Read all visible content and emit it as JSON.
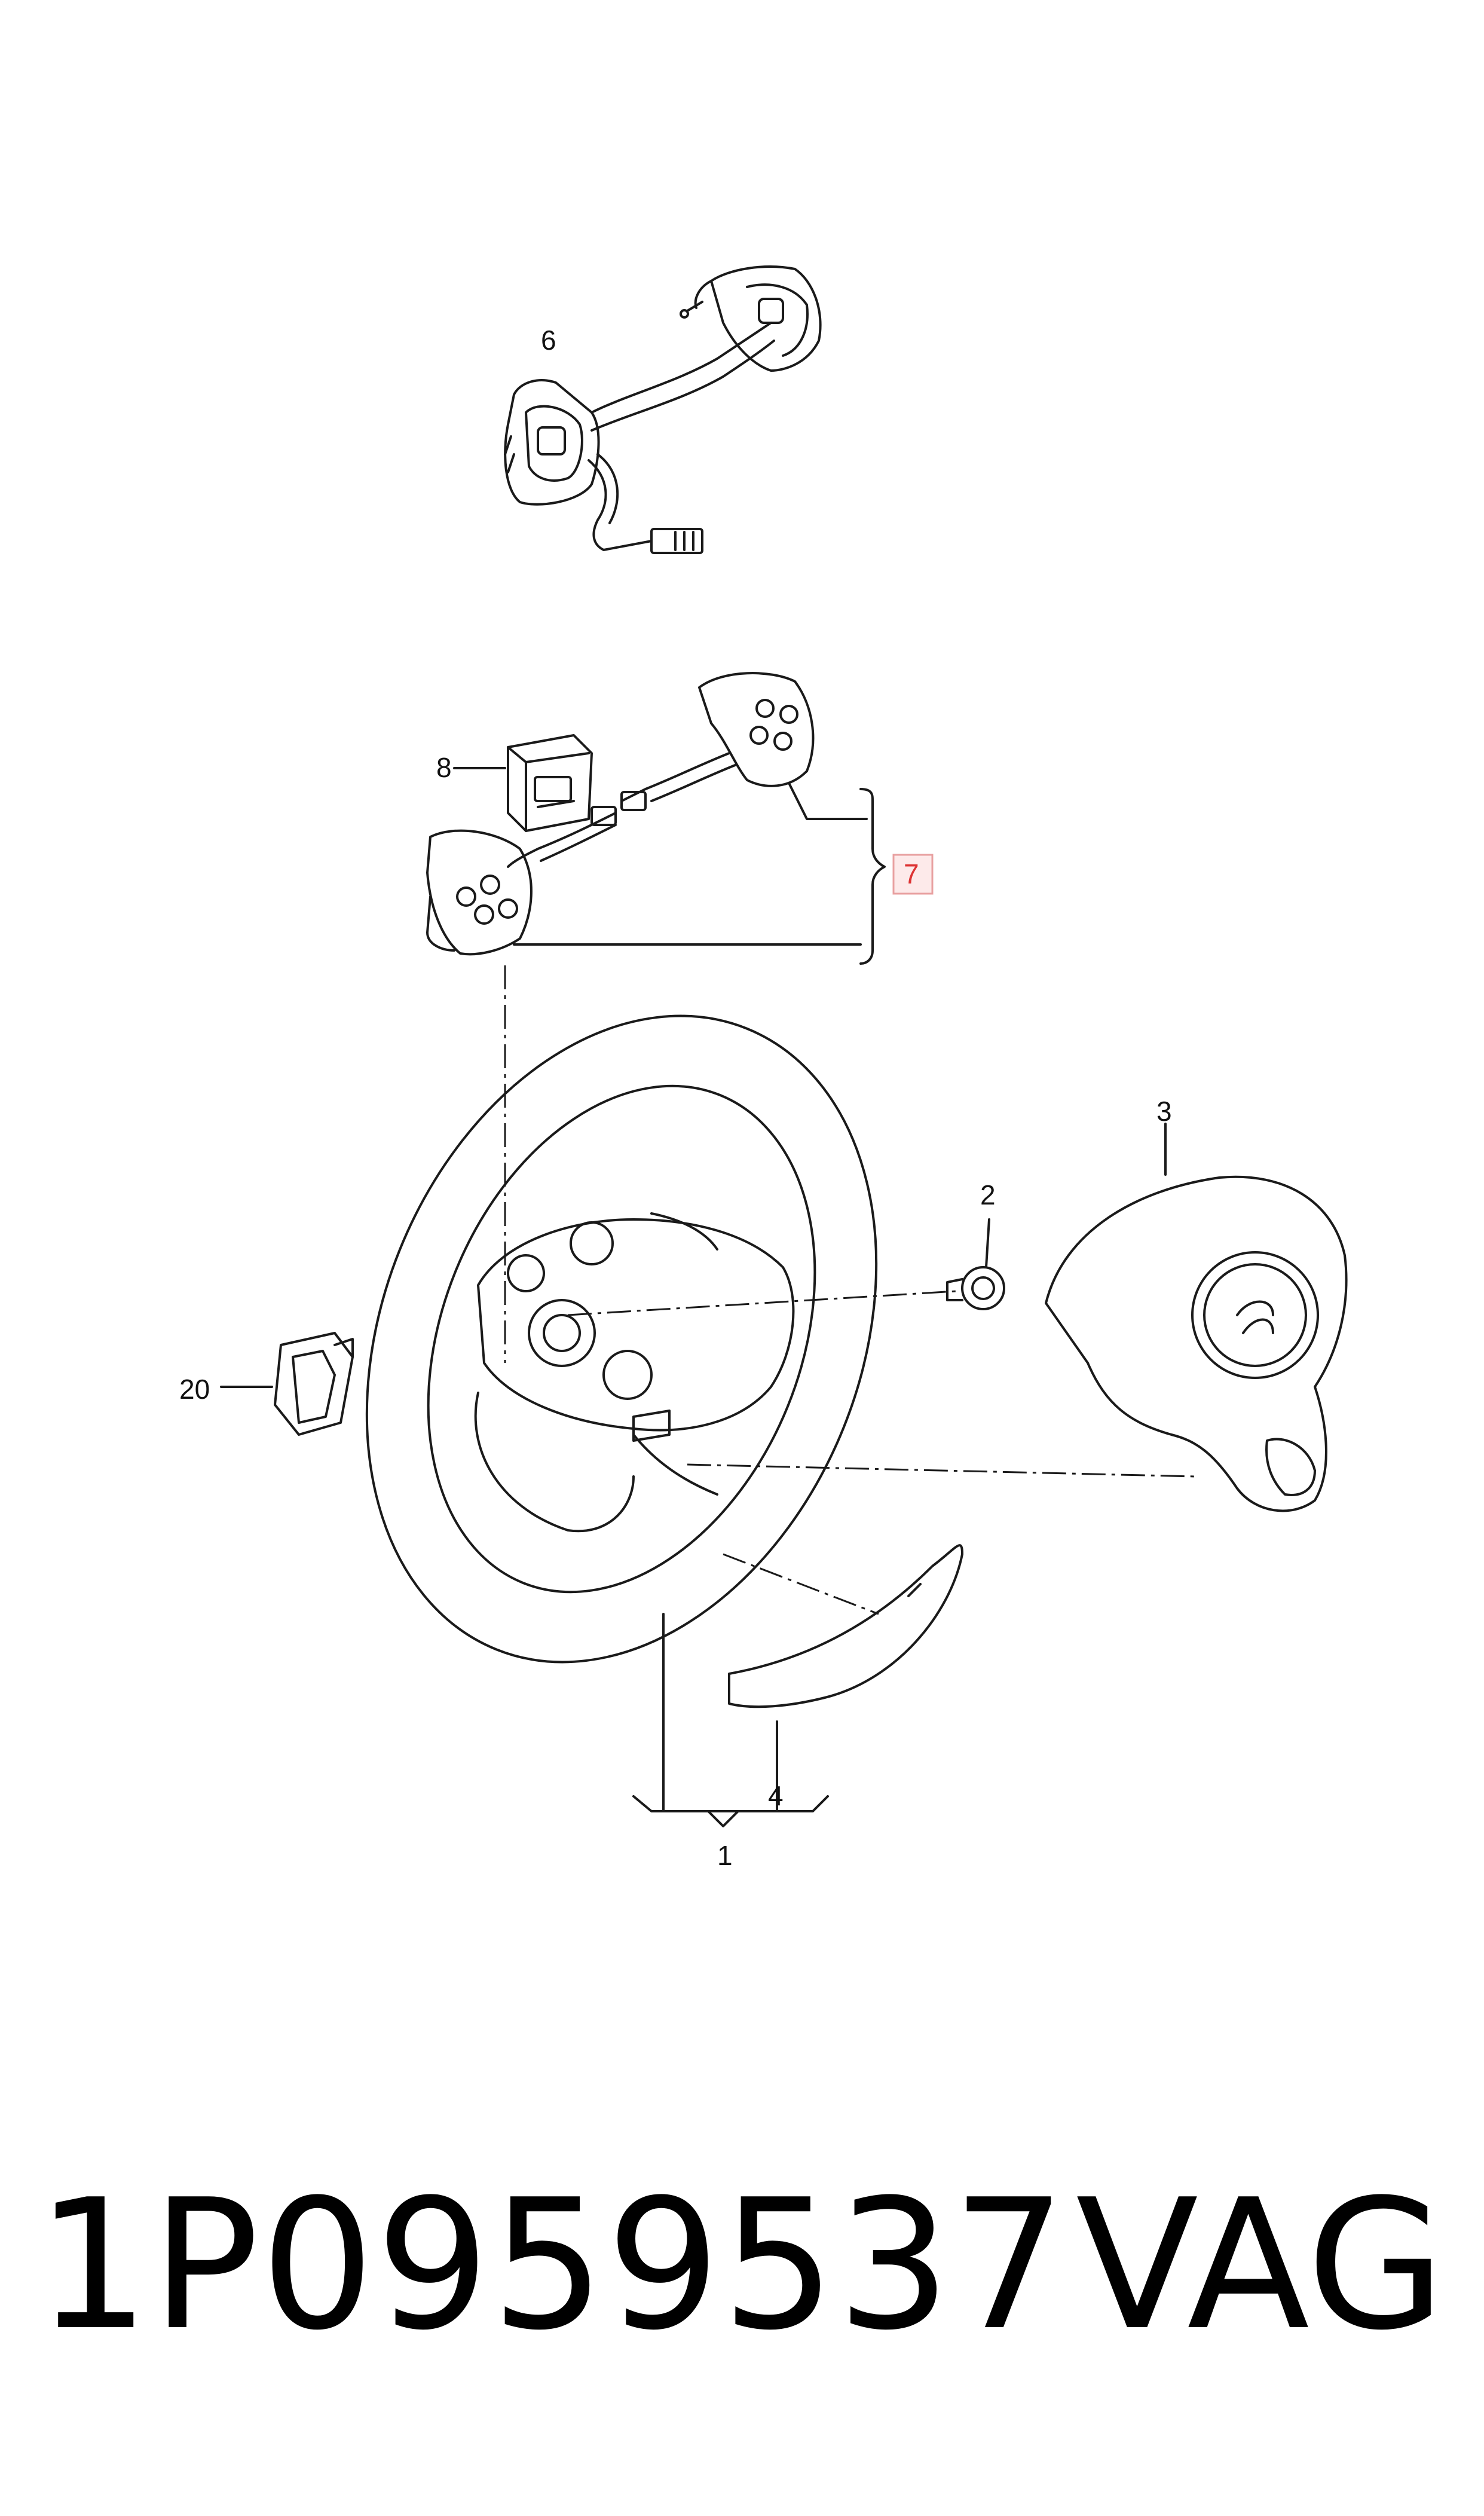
{
  "callouts": {
    "c1": "1",
    "c2": "2",
    "c3": "3",
    "c4": "4",
    "c6": "6",
    "c7": "7",
    "c8": "8",
    "c20": "20"
  },
  "footer": {
    "part_number": "1P0959537",
    "brand": "VAG"
  },
  "colors": {
    "line": "#1a1a1a",
    "highlight_box": "#e8a0a0",
    "highlight_fill": "#fdeaea"
  }
}
